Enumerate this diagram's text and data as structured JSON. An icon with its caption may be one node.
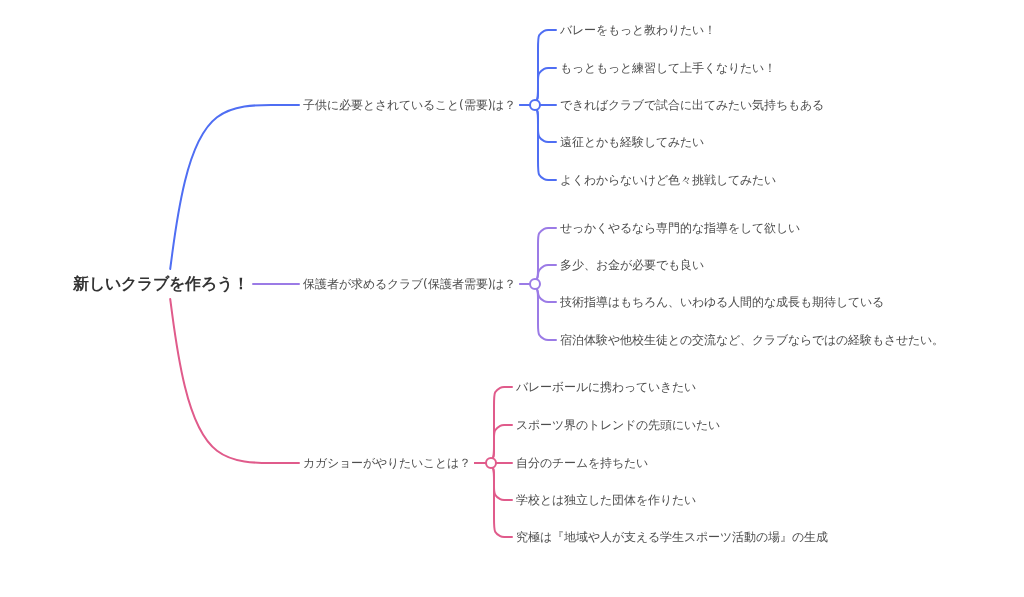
{
  "diagram": {
    "nodes": [
      {
        "text": [
          "新しいクラブを作ろう！"
        ]
      },
      {
        "text": [
          "子供に必要とされていること(需要)は？"
        ]
      },
      {
        "text": [
          "バレーをもっと教わりたい！"
        ]
      },
      {
        "text": [
          "もっともっと練習して上手くなりたい！"
        ]
      },
      {
        "text": [
          "できればクラブで試合に出てみたい気持ちもある"
        ]
      },
      {
        "text": [
          "遠征とかも経験してみたい"
        ]
      },
      {
        "text": [
          "よくわからないけど色々挑戦してみたい"
        ]
      },
      {
        "text": [
          "保護者が求めるクラブ(保護者需要)は？"
        ]
      },
      {
        "text": [
          "せっかくやるなら専門的な指導をして欲しい"
        ]
      },
      {
        "text": [
          "多少、お金が必要でも良い"
        ]
      },
      {
        "text": [
          "技術指導はもちろん、いわゆる人間的な成長も期待している"
        ]
      },
      {
        "text": [
          "宿泊体験や他校生徒との交流など、クラブならではの経験もさせたい。"
        ]
      },
      {
        "text": [
          "カガショーがやりたいことは？"
        ]
      },
      {
        "text": [
          "バレーボールに携わっていきたい"
        ]
      },
      {
        "text": [
          "スポーツ界のトレンドの先頭にいたい"
        ]
      },
      {
        "text": [
          "自分のチームを持ちたい"
        ]
      },
      {
        "text": [
          "学校とは独立した団体を作りたい"
        ]
      },
      {
        "text": [
          "究極は『地域や人が支える学生スポーツ活動の場』の生成"
        ]
      }
    ],
    "edges": [
      {
        "from": 0,
        "to": 1,
        "arrow": "none",
        "color": "#4f6ef3"
      },
      {
        "from": 1,
        "to": 2,
        "arrow": "none",
        "color": "#4f6ef3"
      },
      {
        "from": 1,
        "to": 3,
        "arrow": "none",
        "color": "#4f6ef3"
      },
      {
        "from": 1,
        "to": 4,
        "arrow": "none",
        "color": "#4f6ef3"
      },
      {
        "from": 1,
        "to": 5,
        "arrow": "none",
        "color": "#4f6ef3"
      },
      {
        "from": 1,
        "to": 6,
        "arrow": "none",
        "color": "#4f6ef3"
      },
      {
        "from": 0,
        "to": 7,
        "arrow": "none",
        "color": "#9b7be6"
      },
      {
        "from": 7,
        "to": 8,
        "arrow": "none",
        "color": "#9b7be6"
      },
      {
        "from": 7,
        "to": 9,
        "arrow": "none",
        "color": "#9b7be6"
      },
      {
        "from": 7,
        "to": 10,
        "arrow": "none",
        "color": "#9b7be6"
      },
      {
        "from": 7,
        "to": 11,
        "arrow": "none",
        "color": "#9b7be6"
      },
      {
        "from": 0,
        "to": 12,
        "arrow": "none",
        "color": "#e05b8b"
      },
      {
        "from": 12,
        "to": 13,
        "arrow": "none",
        "color": "#e05b8b"
      },
      {
        "from": 12,
        "to": 14,
        "arrow": "none",
        "color": "#e05b8b"
      },
      {
        "from": 12,
        "to": 15,
        "arrow": "none",
        "color": "#e05b8b"
      },
      {
        "from": 12,
        "to": 16,
        "arrow": "none",
        "color": "#e05b8b"
      },
      {
        "from": 12,
        "to": 17,
        "arrow": "none",
        "color": "#e05b8b"
      }
    ]
  }
}
